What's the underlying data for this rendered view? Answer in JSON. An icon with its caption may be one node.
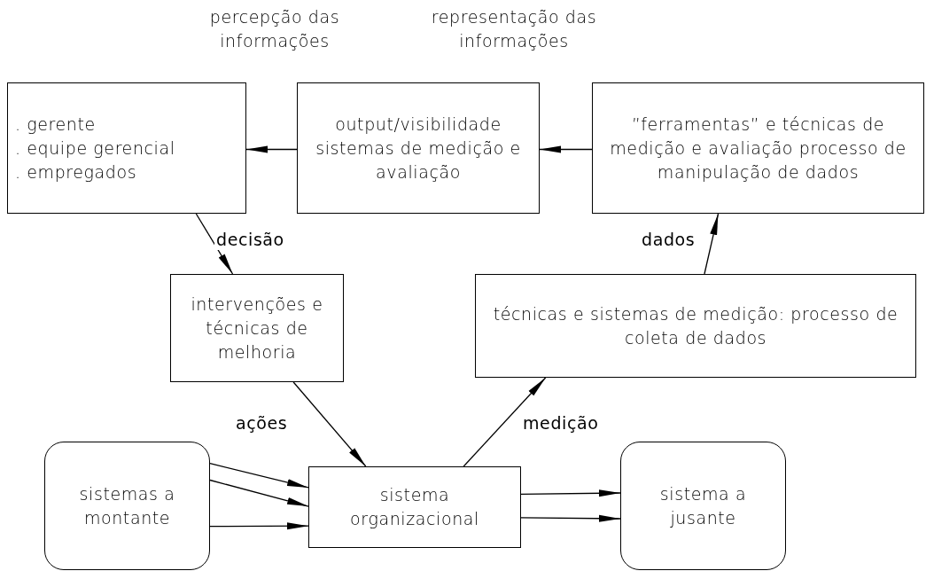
{
  "diagram": {
    "nodes": [
      {
        "text": [
          ". gerente",
          ". equipe gerencial",
          ". empregados"
        ]
      },
      {
        "text": [
          "output/visibilidade sistemas de medição e avaliação"
        ]
      },
      {
        "text": [
          "”ferramentas” e técnicas de medição e avaliação processo de manipulação de dados"
        ]
      },
      {
        "text": [
          "intervenções e técnicas de melhoria"
        ]
      },
      {
        "text": [
          "técnicas e sistemas de medição: processo de coleta de dados"
        ]
      },
      {
        "text": [
          "sistemas a montante"
        ]
      },
      {
        "text": [
          "sistema organizacional"
        ]
      },
      {
        "text": [
          "sistema a jusante"
        ]
      }
    ],
    "edges": [
      {
        "from": 1,
        "to": 0,
        "arrow": "to"
      },
      {
        "from": 2,
        "to": 1,
        "arrow": "to"
      },
      {
        "from": 0,
        "to": 3,
        "arrow": "to",
        "label": "decisão"
      },
      {
        "from": 4,
        "to": 2,
        "arrow": "to",
        "label": "dados"
      },
      {
        "from": 3,
        "to": 6,
        "arrow": "to",
        "label": "ações"
      },
      {
        "from": 6,
        "to": 4,
        "arrow": "to",
        "label": "medição"
      },
      {
        "from": 5,
        "to": 6,
        "arrow": "to"
      },
      {
        "from": 5,
        "to": 6,
        "arrow": "to"
      },
      {
        "from": 5,
        "to": 6,
        "arrow": "to"
      },
      {
        "from": 6,
        "to": 7,
        "arrow": "to"
      },
      {
        "from": 6,
        "to": 7,
        "arrow": "to"
      }
    ],
    "labels": [
      "percepção das informações",
      "representação das informações"
    ]
  }
}
